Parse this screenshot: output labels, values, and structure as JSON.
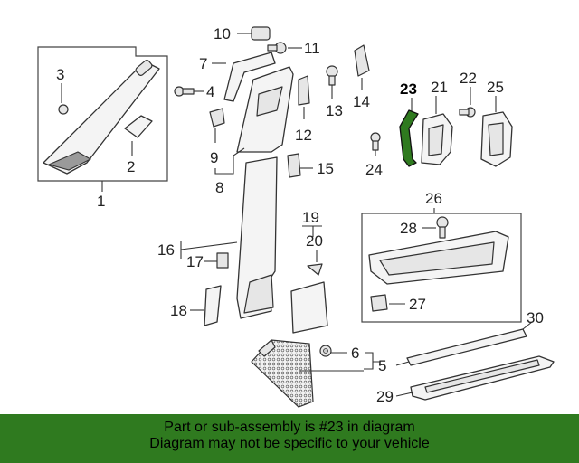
{
  "callouts": {
    "c1": "1",
    "c2": "2",
    "c3": "3",
    "c4": "4",
    "c5": "5",
    "c6": "6",
    "c7": "7",
    "c8": "8",
    "c9": "9",
    "c10": "10",
    "c11": "11",
    "c12": "12",
    "c13": "13",
    "c14": "14",
    "c15": "15",
    "c16": "16",
    "c17": "17",
    "c18": "18",
    "c19": "19",
    "c20": "20",
    "c21": "21",
    "c22": "22",
    "c23": "23",
    "c24": "24",
    "c25": "25",
    "c26": "26",
    "c27": "27",
    "c28": "28",
    "c29": "29",
    "c30": "30"
  },
  "highlighted_part": "23",
  "colors": {
    "highlight": "#2f7a1f",
    "banner": "#2f7a1f"
  },
  "banner": {
    "line1": "Part or sub-assembly is #23 in diagram",
    "line2": "Diagram may not be specific to your vehicle"
  }
}
